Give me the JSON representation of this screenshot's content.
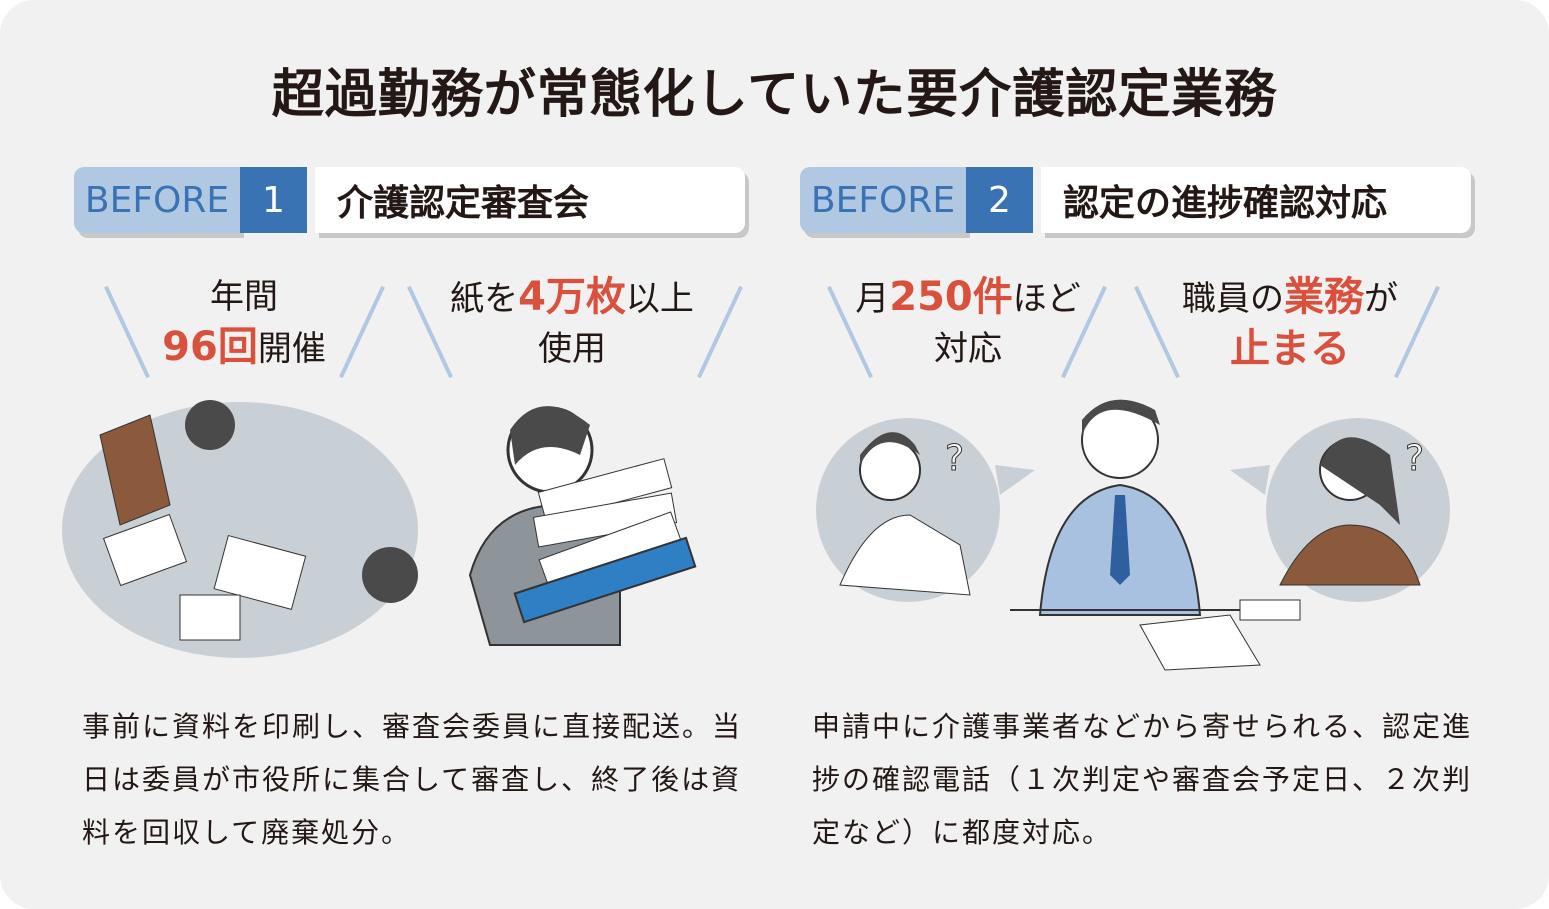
{
  "title": "超過勤務が常態化していた要介護認定業務",
  "sections": [
    {
      "badge": "BEFORE",
      "number": "1",
      "heading": "介護認定審査会",
      "stat1": {
        "line1": "年間",
        "highlight": "96回",
        "rest": "開催"
      },
      "stat2": {
        "pre": "紙を",
        "highlight": "4万枚",
        "post": "以上",
        "line2": "使用"
      },
      "description": "事前に資料を印刷し、審査会委員に直接配送。当日は委員が市役所に集合して審査し、終了後は資料を回収して廃棄処分。"
    },
    {
      "badge": "BEFORE",
      "number": "2",
      "heading": "認定の進捗確認対応",
      "stat1": {
        "pre": "月",
        "highlight": "250件",
        "post": "ほど",
        "line2": "対応"
      },
      "stat2": {
        "pre": "職員の",
        "highlight": "業務",
        "post": "が",
        "line2": "止まる"
      },
      "description": "申請中に介護事業者などから寄せられる、認定進捗の確認電話（１次判定や審査会予定日、２次判定など）に都度対応。"
    }
  ],
  "colors": {
    "accent": "#3a73b4",
    "light": "#b0c8e2",
    "highlight": "#d9503c",
    "background": "#f1f1f1"
  }
}
